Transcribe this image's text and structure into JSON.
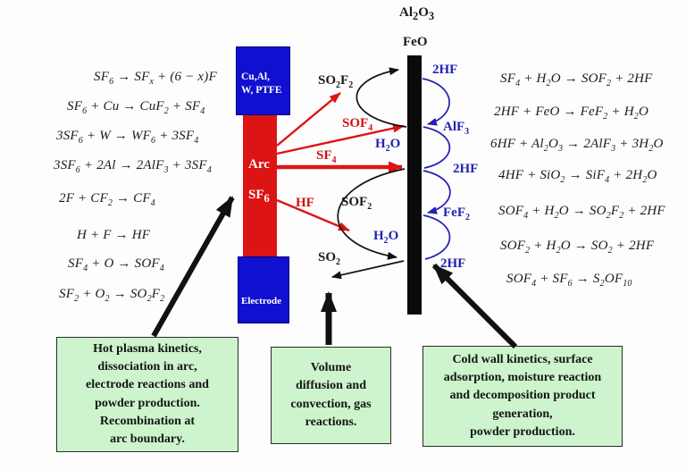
{
  "colors": {
    "red": "#cf1212",
    "blue_box": "#1010d0",
    "blue_text": "#2222b0",
    "green_fill": "#cdf4cd",
    "wall_black": "#0a0a0a"
  },
  "top_labels": {
    "oxide_al": "Al_2_O_3_",
    "oxide_fe": "FeO"
  },
  "arc_column": {
    "material_box": "Cu,Al,\nW, PTFE",
    "arc_label": "Arc",
    "gas_label": "SF_6_",
    "electrode_label": "Electrode"
  },
  "left_equations": [
    "SF_6_ → SF_x_ + (6 − x)F",
    "SF_6_ + Cu → CuF_2_ + SF_4_",
    "3SF_6_ + W → WF_6_ + 3SF_4_",
    "3SF_6_ + 2Al → 2AlF_3_ + 3SF_4_",
    "2F + CF_2_ → CF_4_",
    "H + F → HF",
    "SF_4_ + O → SOF_4_",
    "SF_2_ + O_2_ → SO_2_F_2_"
  ],
  "right_equations": [
    "SF_4_ + H_2_O → SOF_2_ + 2HF",
    "2HF + FeO → FeF_2_ + H_2_O",
    "6HF + Al_2_O_3_ → 2AlF_3_ + 3H_2_O",
    "4HF + SiO_2_ → SiF_4_ + 2H_2_O",
    "SOF_4_ + H_2_O → SO_2_F_2_ + 2HF",
    "SOF_2_ + H_2_O → SO_2_ + 2HF",
    "SOF_4_ + SF_6_ → S_2_OF_10_"
  ],
  "flux_labels": {
    "so2f2": "SO_2_F_2_",
    "sof4": "SOF_4_",
    "sf4": "SF_4_",
    "hf": "HF",
    "sof2": "SOF_2_",
    "so2": "SO_2_",
    "h2o_upper": "H_2_O",
    "h2o_lower": "H_2_O"
  },
  "wall_labels": {
    "hf_top": "2HF",
    "alf3": "AlF_3_",
    "hf_mid": "2HF",
    "fef2": "FeF_2_",
    "hf_bottom": "2HF"
  },
  "callouts": {
    "hot_plasma": "Hot plasma kinetics,\ndissociation in arc,\nelectrode reactions and\npowder production.\nRecombination at\narc boundary.",
    "volume": "Volume\ndiffusion and\nconvection, gas\nreactions.",
    "cold_wall": "Cold wall kinetics, surface\nadsorption, moisture reaction\nand decomposition product\ngeneration,\npowder production."
  }
}
